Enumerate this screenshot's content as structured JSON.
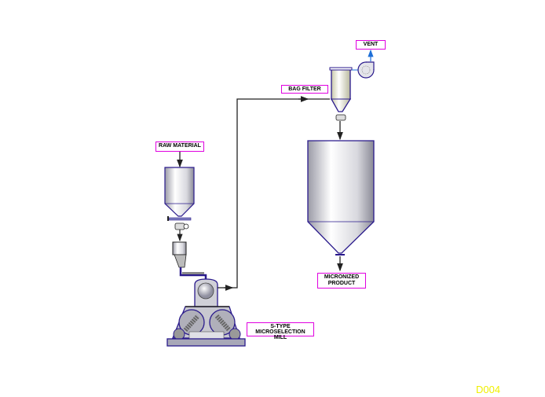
{
  "labels": {
    "raw_material": "RAW MATERIAL",
    "bag_filter": "BAG FILTER",
    "vent": "VENT",
    "micronized_line1": "MICRONIZED",
    "micronized_line2": "PRODUCT",
    "mill_line1": "S-TYPE",
    "mill_line2": "MICROSELECTION MILL"
  },
  "drawing_code": "D004",
  "colors": {
    "outline": "#2a1a8c",
    "label_border": "#e000e0",
    "vent_arrow": "#1e6fd8",
    "code": "#f0f000"
  }
}
